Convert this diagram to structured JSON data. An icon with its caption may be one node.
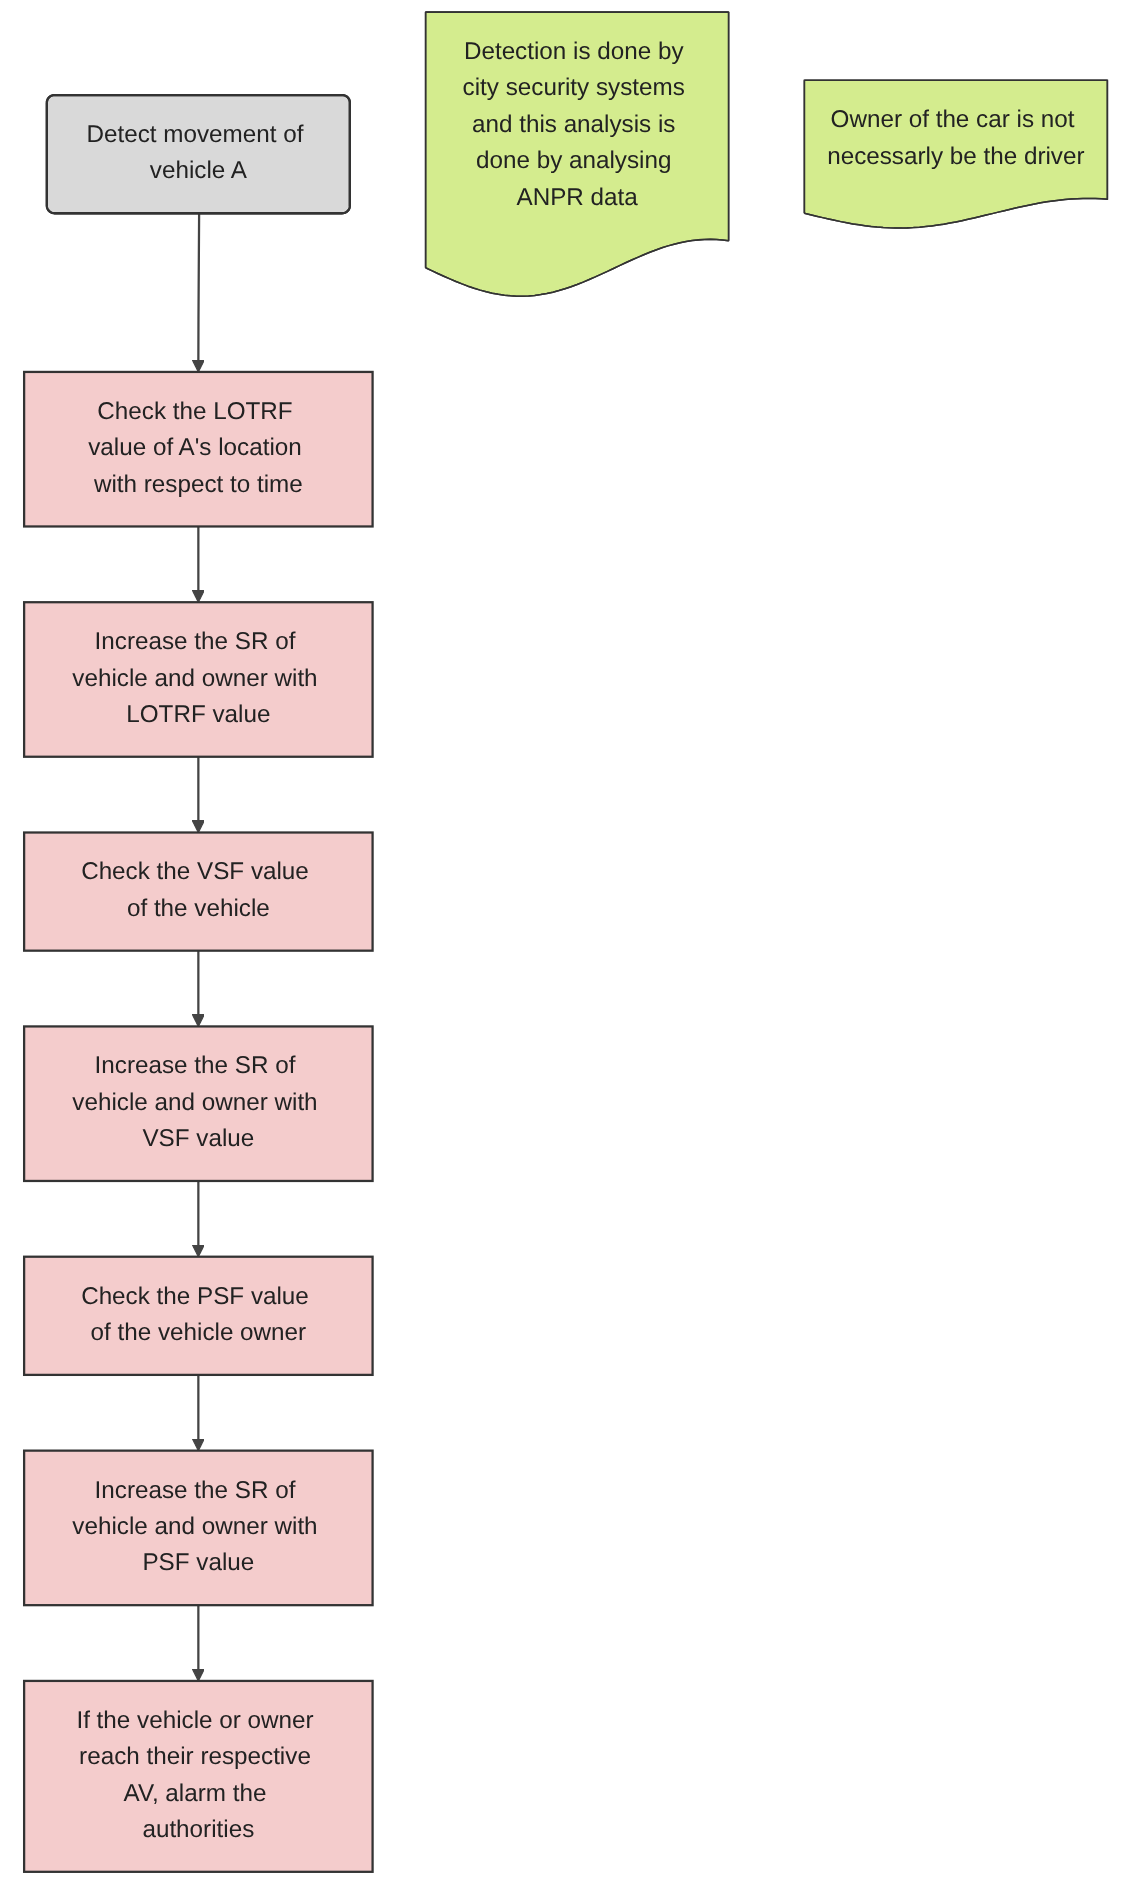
{
  "diagram": {
    "nodes": [
      {
        "text": [
          "Detect movement of vehicle A"
        ]
      },
      {
        "text": [
          "Detection is done by city security systems and this analysis is done by analysing ANPR data"
        ]
      },
      {
        "text": [
          "Check the LOTRF value of A's location with respect to time"
        ]
      },
      {
        "text": [
          "Increase the SR of vehicle and owner with LOTRF value"
        ]
      },
      {
        "text": [
          "Owner of the car is not necessarly be the driver"
        ]
      },
      {
        "text": [
          "Check the VSF value of the vehicle"
        ]
      },
      {
        "text": [
          "Increase the SR of vehicle and owner with VSF value"
        ]
      },
      {
        "text": [
          "Check the PSF value of the vehicle owner"
        ]
      },
      {
        "text": [
          "Increase the SR of vehicle and owner with PSF value"
        ]
      },
      {
        "text": [
          "If the vehicle or owner reach their respective AV, alarm the authorities"
        ]
      }
    ],
    "edges": [
      {
        "from": 0,
        "to": 2,
        "arrow": "to"
      },
      {
        "from": 2,
        "to": 3,
        "arrow": "to"
      },
      {
        "from": 3,
        "to": 5,
        "arrow": "to"
      },
      {
        "from": 5,
        "to": 6,
        "arrow": "to"
      },
      {
        "from": 6,
        "to": 7,
        "arrow": "to"
      },
      {
        "from": 7,
        "to": 8,
        "arrow": "to"
      },
      {
        "from": 8,
        "to": 9,
        "arrow": "to"
      }
    ]
  }
}
